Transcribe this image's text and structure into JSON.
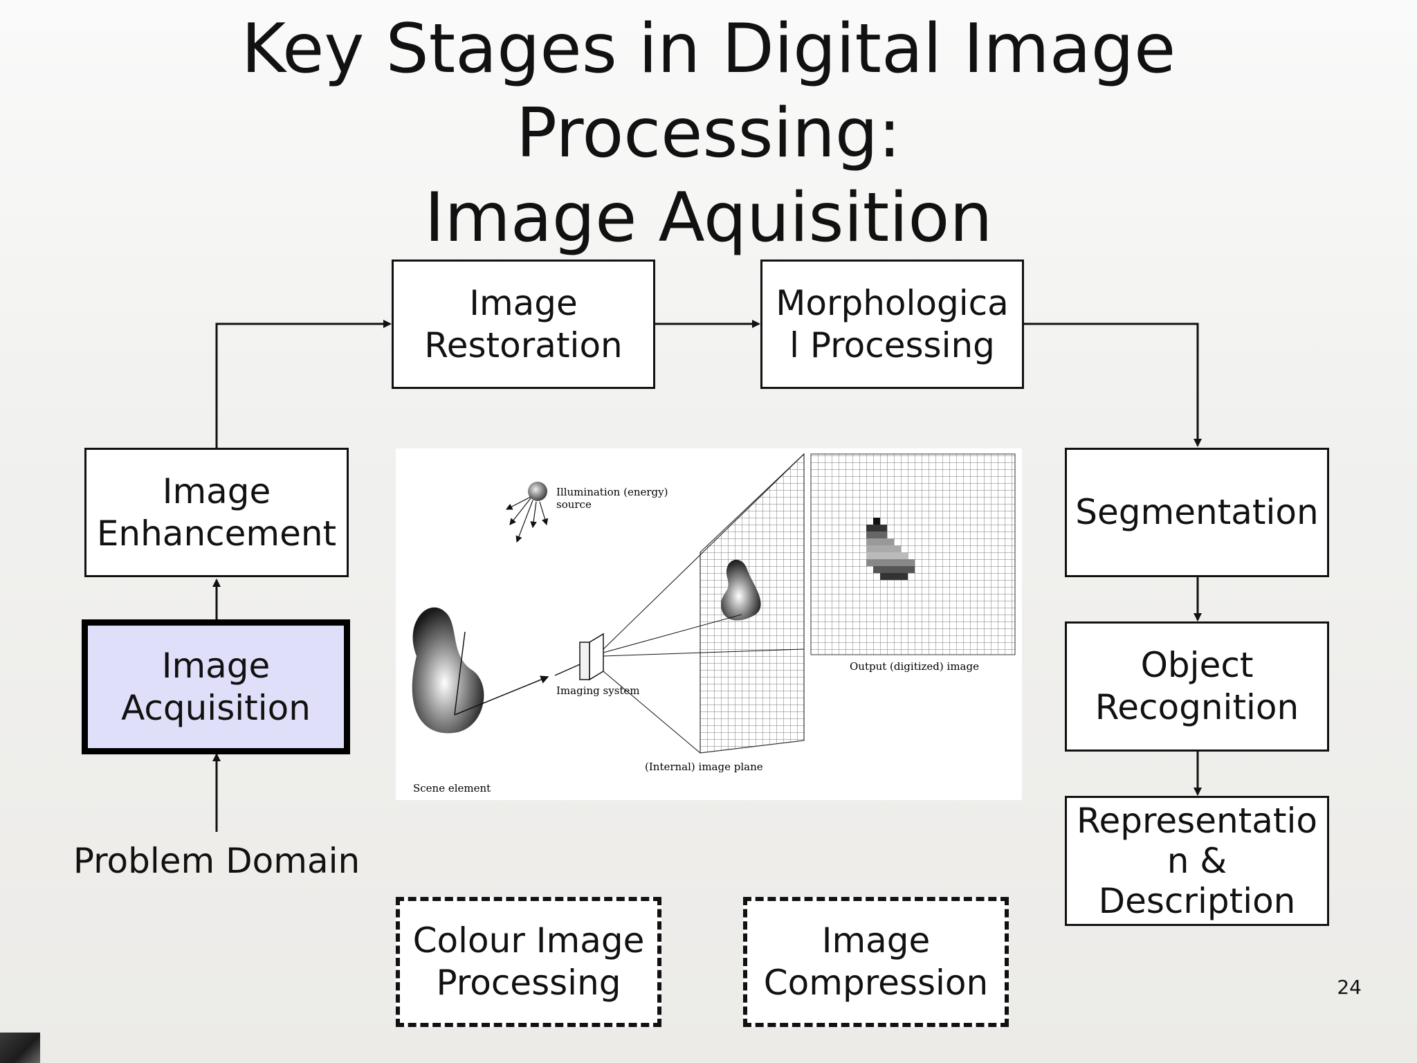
{
  "title": {
    "line1": "Key Stages in Digital Image",
    "line2": "Processing:",
    "line3": "Image Aquisition"
  },
  "boxes": {
    "image_restoration": "Image Restoration",
    "morphological_processing": "Morphologica l Processing",
    "image_enhancement": "Image Enhancement",
    "image_acquisition": "Image Acquisition",
    "segmentation": "Segmentation",
    "object_recognition": "Object Recognition",
    "representation_description": "Representatio n & Description",
    "colour_image_processing": "Colour Image Processing",
    "image_compression": "Image Compression"
  },
  "problem_domain": "Problem Domain",
  "illustration": {
    "illumination": "Illumination (energy)",
    "illumination_2": "source",
    "imaging_system": "Imaging system",
    "internal_plane": "(Internal) image plane",
    "output_image": "Output (digitized) image",
    "scene_element": "Scene element"
  },
  "page_number": "24",
  "colors": {
    "active_fill": "#dfdff9",
    "border": "#111111"
  }
}
